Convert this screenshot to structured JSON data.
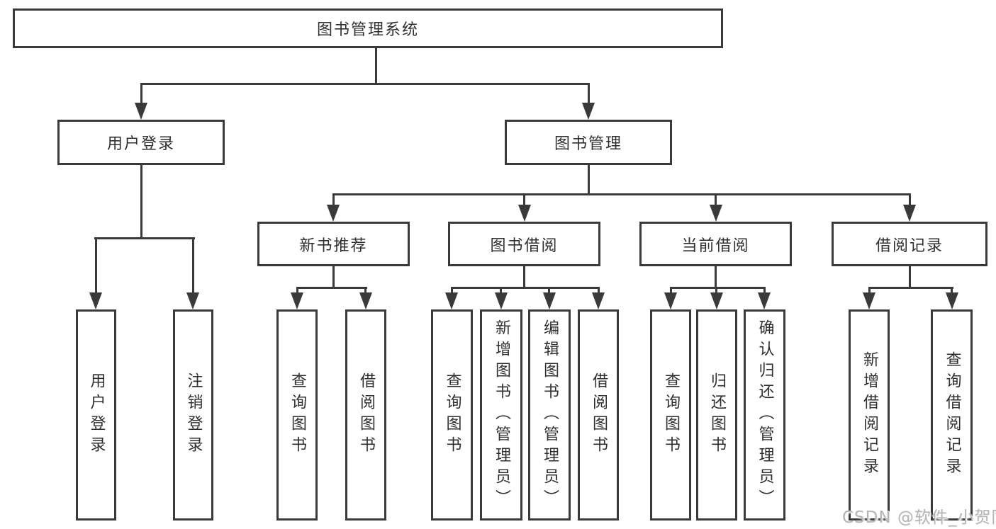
{
  "diagram_title": "图书管理系统",
  "tree": {
    "label": "图书管理系统",
    "children": [
      {
        "label": "用户登录",
        "children": [
          {
            "label": "用户登录"
          },
          {
            "label": "注销登录"
          }
        ]
      },
      {
        "label": "图书管理",
        "children": [
          {
            "label": "新书推荐",
            "children": [
              {
                "label": "查询图书"
              },
              {
                "label": "借阅图书"
              }
            ]
          },
          {
            "label": "图书借阅",
            "children": [
              {
                "label": "查询图书"
              },
              {
                "label": "新增图书（管理员）"
              },
              {
                "label": "编辑图书（管理员）"
              },
              {
                "label": "借阅图书"
              }
            ]
          },
          {
            "label": "当前借阅",
            "children": [
              {
                "label": "查询图书"
              },
              {
                "label": "归还图书"
              },
              {
                "label": "确认归还（管理员）"
              }
            ]
          },
          {
            "label": "借阅记录",
            "children": [
              {
                "label": "新增借阅记录"
              },
              {
                "label": "查询借阅记录"
              }
            ]
          }
        ]
      }
    ]
  },
  "watermark": {
    "text": "CSDN @软件_小贺同学"
  },
  "colors": {
    "line": "#3a3a3a",
    "text": "#2f2f2f",
    "background": "#ffffff",
    "watermark": "#b5b5b5"
  }
}
